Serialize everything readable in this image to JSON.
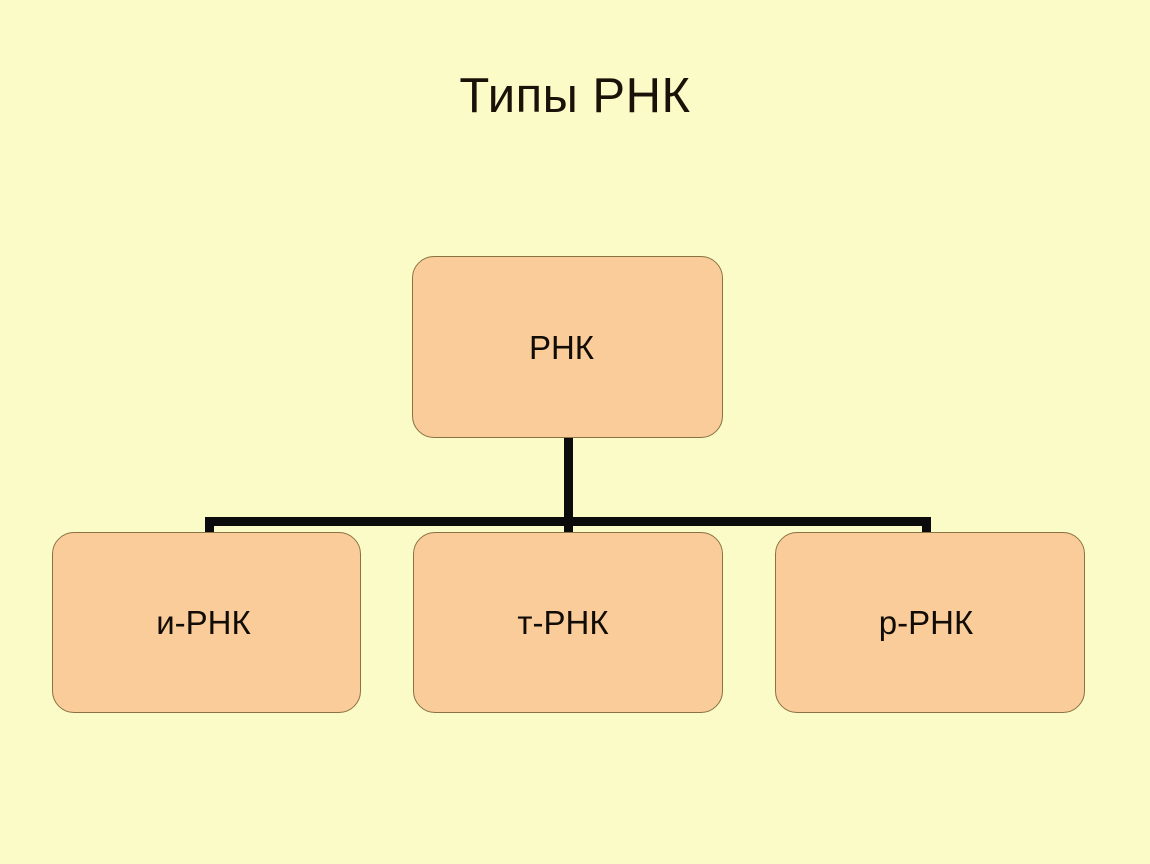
{
  "slide": {
    "title": "Типы РНК",
    "background_color": "#fbfbc8"
  },
  "diagram": {
    "type": "hierarchy-tree",
    "node_fill_color": "#facc9a",
    "node_border_color": "#8a7242",
    "connector_color": "#0b0b0b",
    "root": {
      "label": "РНК"
    },
    "children": [
      {
        "label": "и-РНК"
      },
      {
        "label": "т-РНК"
      },
      {
        "label": "р-РНК"
      }
    ]
  }
}
